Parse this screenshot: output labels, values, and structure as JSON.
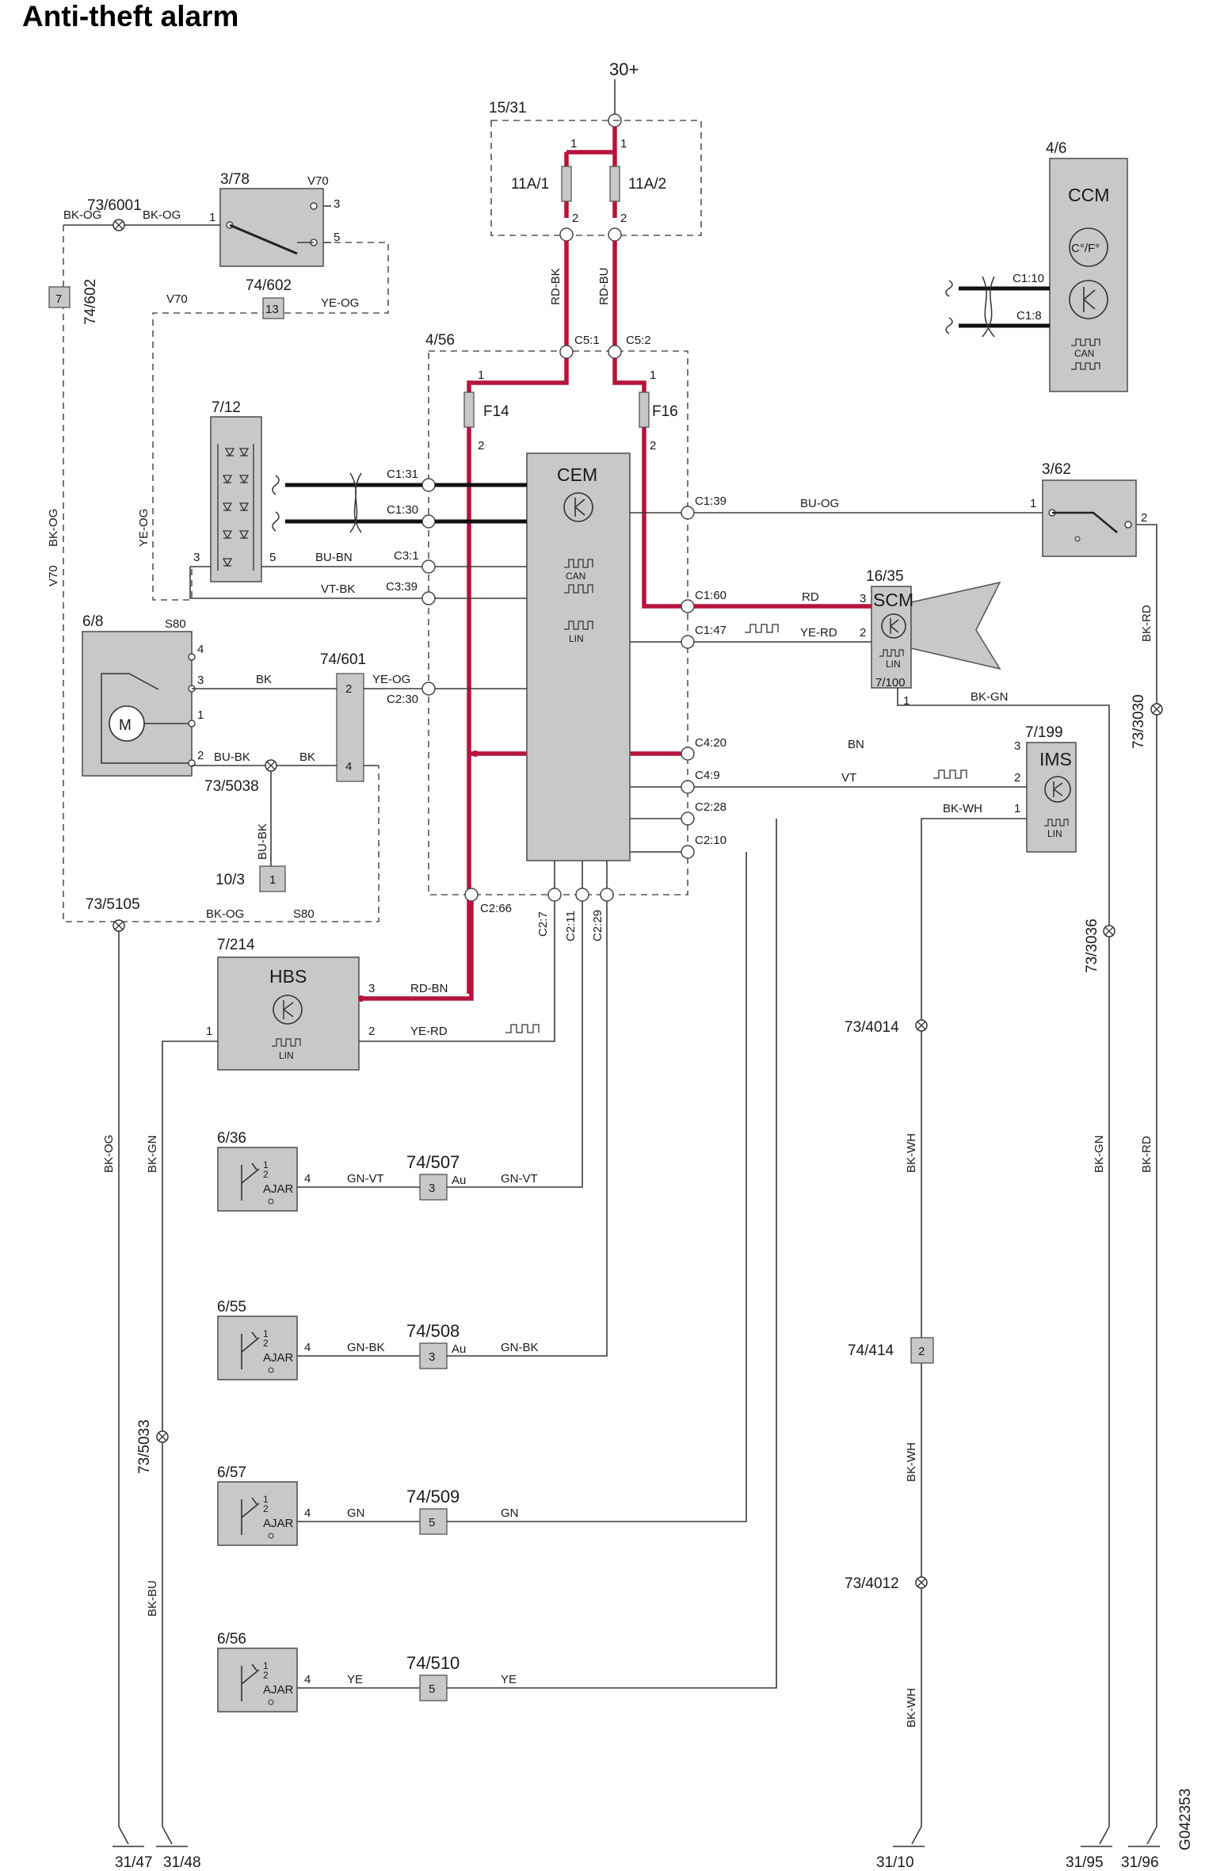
{
  "title": "Anti-theft alarm",
  "drawing_id": "G042353",
  "power": "30+",
  "fusebox": {
    "id": "15/31",
    "fuse1": "11A/1",
    "fuse2": "11A/2",
    "wire1": "RD-BK",
    "wire2": "RD-BU"
  },
  "cem_box": {
    "id": "4/56",
    "module": "CEM",
    "fuse_a": "F14",
    "fuse_b": "F16",
    "can": "CAN",
    "lin": "LIN",
    "pins": {
      "c51": "C5:1",
      "c52": "C5:2",
      "c131": "C1:31",
      "c130": "C1:30",
      "c31": "C3:1",
      "c339": "C3:39",
      "c230": "C2:30",
      "c139": "C1:39",
      "c160": "C1:60",
      "c147": "C1:47",
      "c420": "C4:20",
      "c49": "C4:9",
      "c228": "C2:28",
      "c210": "C2:10",
      "c266": "C2:66",
      "c27": "C2:7",
      "c211": "C2:11",
      "c229": "C2:29"
    }
  },
  "ccm": {
    "id": "4/6",
    "name": "CCM",
    "temp": "C°/F°",
    "can": "CAN",
    "pin1": "C1:10",
    "pin2": "C1:8"
  },
  "sw378": {
    "id": "3/78",
    "variant": "V70",
    "p1": "1",
    "p3": "3",
    "p5": "5"
  },
  "sw362": {
    "id": "3/62",
    "p1": "1",
    "p2": "2"
  },
  "j6001": {
    "id": "73/6001",
    "wireL": "BK-OG",
    "wireR": "BK-OG"
  },
  "c74602": {
    "id": "74/602",
    "pinA": "7",
    "pinB": "13",
    "v70": "V70",
    "wire": "YE-OG"
  },
  "sensor712": {
    "id": "7/12",
    "p3": "3",
    "p5": "5"
  },
  "motor68": {
    "id": "6/8",
    "variant": "S80",
    "motor": "M",
    "p4": "4",
    "p3": "3",
    "p1": "1",
    "p2": "2"
  },
  "c74601": {
    "id": "74/601",
    "pin2": "2",
    "pin4": "4"
  },
  "j5038": {
    "id": "73/5038",
    "wire": "BU-BK"
  },
  "g103": {
    "id": "10/3",
    "pin": "1"
  },
  "j5105": {
    "id": "73/5105",
    "wire": "BK-OG",
    "variant": "S80"
  },
  "scm": {
    "id": "16/35",
    "name": "SCM",
    "lin": "LIN",
    "ground": "7/100",
    "p3": "3",
    "p2": "2",
    "p1": "1"
  },
  "ims": {
    "id": "7/199",
    "name": "IMS",
    "lin": "LIN",
    "p3": "3",
    "p2": "2",
    "p1": "1"
  },
  "hbs": {
    "id": "7/214",
    "name": "HBS",
    "lin": "LIN",
    "p3": "3",
    "p2": "2",
    "p1": "1"
  },
  "wires": {
    "bu_bn": "BU-BN",
    "vt_bk": "VT-BK",
    "ye_og": "YE-OG",
    "bk": "BK",
    "bk2": "BK",
    "bu_bk": "BU-BK",
    "bu_og": "BU-OG",
    "rd": "RD",
    "ye_rd": "YE-RD",
    "bk_gn": "BK-GN",
    "bn": "BN",
    "vt": "VT",
    "bk_wh": "BK-WH",
    "rd_bn": "RD-BN",
    "ye_rd2": "YE-RD",
    "bk_rd": "BK-RD",
    "v70": "V70",
    "bk_og_v": "BK-OG",
    "ye_og_v": "YE-OG",
    "bk_og_left": "BK-OG",
    "bk_gn_left": "BK-GN",
    "bk_bu": "BK-BU",
    "bk_wh1": "BK-WH",
    "bk_wh2": "BK-WH",
    "bk_wh3": "BK-WH",
    "bk_gn_right": "BK-GN",
    "bk_rd_right": "BK-RD",
    "bk_rd_top": "BK-RD"
  },
  "splices": {
    "s3030": "73/3030",
    "s3036": "73/3036",
    "s4014": "73/4014",
    "s4012": "73/4012",
    "s5033": "73/5033",
    "c414": "74/414",
    "c414pin": "2"
  },
  "doors": [
    {
      "id": "6/36",
      "conn": "74/507",
      "pin": "3",
      "wire": "GN-VT",
      "label": "AJAR",
      "au": "Au"
    },
    {
      "id": "6/55",
      "conn": "74/508",
      "pin": "3",
      "wire": "GN-BK",
      "label": "AJAR",
      "au": "Au"
    },
    {
      "id": "6/57",
      "conn": "74/509",
      "pin": "5",
      "wire": "GN",
      "label": "AJAR"
    },
    {
      "id": "6/56",
      "conn": "74/510",
      "pin": "5",
      "wire": "YE",
      "label": "AJAR"
    }
  ],
  "grounds": [
    "31/47",
    "31/48",
    "31/10",
    "31/95",
    "31/96"
  ]
}
